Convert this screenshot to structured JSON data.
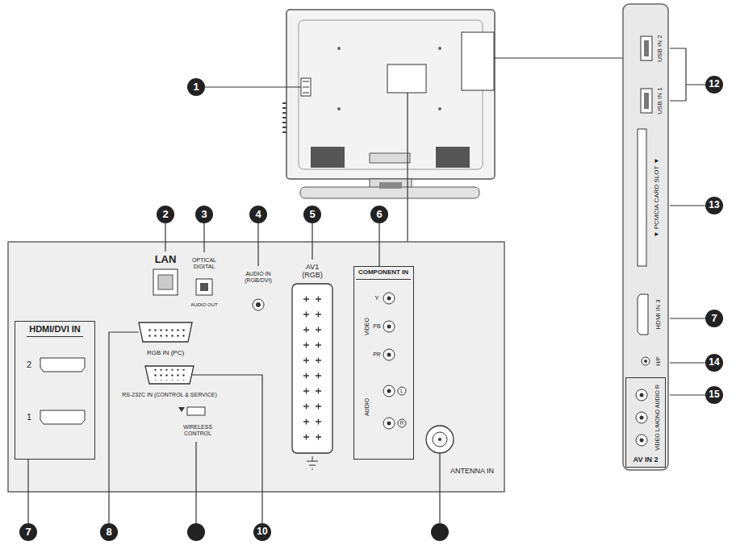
{
  "diagram": {
    "nodes": [
      {
        "text": [
          "HDMI/DVI IN"
        ]
      },
      {
        "text": [
          "COMPONENT IN"
        ]
      },
      {
        "text": [
          "AV IN 2"
        ]
      }
    ],
    "labels": [
      "1",
      "2",
      "3",
      "4",
      "5",
      "6",
      "7",
      "8",
      "10",
      "12",
      "13",
      "7",
      "14",
      "15",
      "LAN",
      "OPTICAL DIGITAL",
      "AUDIO OUT",
      "AUDIO IN (RGB/DVI)",
      "AV1 (RGB)",
      "VIDEO",
      "Y",
      "PB",
      "PR",
      "AUDIO",
      "L",
      "R",
      "2",
      "1",
      "RGB IN (PC)",
      "RS-232C IN (CONTROL & SERVICE)",
      "WIRELESS CONTROL",
      "ANTENNA IN",
      "USB IN 2",
      "USB IN 1",
      "▼ PCMCIA CARD SLOT ▼",
      "HDMI IN 3",
      "H/P",
      "VIDEO L/MONO AUDIO R"
    ]
  }
}
